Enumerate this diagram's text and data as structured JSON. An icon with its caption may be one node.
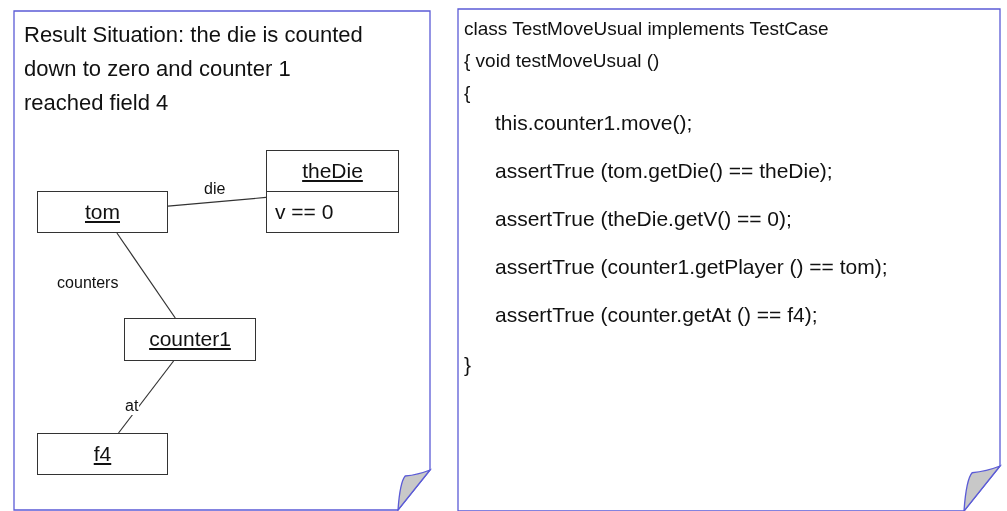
{
  "diagram": {
    "nodes": [
      {
        "text": [
          "Result Situation: the die is counted down to zero and counter 1 reached field 4"
        ]
      },
      {
        "text": [
          "tom"
        ],
        "in": 0
      },
      {
        "text": [
          "theDie",
          "v == 0"
        ],
        "in": 0
      },
      {
        "text": [
          "counter1"
        ],
        "in": 0
      },
      {
        "text": [
          "f4"
        ],
        "in": 0
      },
      {
        "text": [
          "class TestMoveUsual implements TestCase",
          "{ void testMoveUsual ()",
          "{",
          "this.counter1.move();",
          "assertTrue (tom.getDie() == theDie);",
          "assertTrue (theDie.getV() == 0);",
          "assertTrue (counter1.getPlayer () == tom);",
          "assertTrue (counter.getAt () == f4);",
          "}"
        ]
      }
    ],
    "edges": [
      {
        "from": 1,
        "to": 2,
        "arrow": "none",
        "label": "die"
      },
      {
        "from": 1,
        "to": 3,
        "arrow": "none",
        "label": "counters"
      },
      {
        "from": 3,
        "to": 4,
        "arrow": "none",
        "label": "at"
      }
    ]
  }
}
